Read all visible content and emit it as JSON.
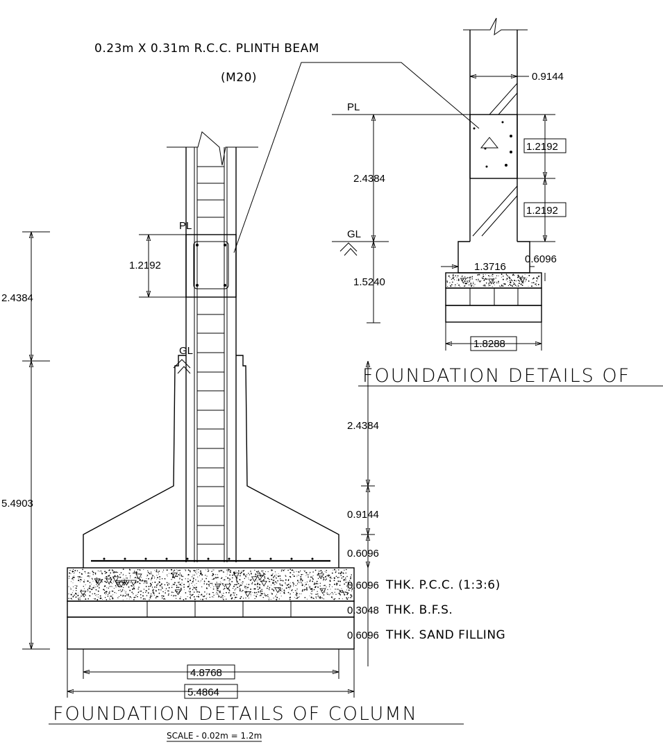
{
  "beam_note": {
    "line1": "0.23m X 0.31m R.C.C. PLINTH BEAM",
    "line2": "(M20)"
  },
  "column_detail": {
    "title": "FOUNDATION DETAILS OF COLUMN",
    "scale": "SCALE - 0.02m = 1.2m",
    "pl_label": "PL",
    "gl_label": "GL",
    "dim_beam_depth": "1.2192",
    "dim_upper": "2.4384",
    "dim_lower": "5.4903",
    "dim_right_1": "2.4384",
    "dim_right_2": "0.9144",
    "dim_right_3": "0.6096",
    "layer_pcc_dim": "0.6096",
    "layer_pcc_text": "THK. P.C.C. (1:3:6)",
    "layer_bfs_dim": "0.3048",
    "layer_bfs_text": "THK. B.F.S.",
    "layer_sand_dim": "0.6096",
    "layer_sand_text": "THK. SAND FILLING",
    "width_inner": "4.8768",
    "width_outer": "5.4864"
  },
  "wall_detail": {
    "title": "FOUNDATION DETAILS OF",
    "pl_label": "PL",
    "gl_label": "GL",
    "dim_pl_gl": "2.4384",
    "dim_below_gl": "1.5240",
    "dim_wall_width": "0.9144",
    "dim_beam_1": "1.2192",
    "dim_beam_2": "1.2192",
    "dim_offset": "0.6096",
    "dim_footing_top": "1.3716",
    "dim_footing_base": "1.8288"
  }
}
